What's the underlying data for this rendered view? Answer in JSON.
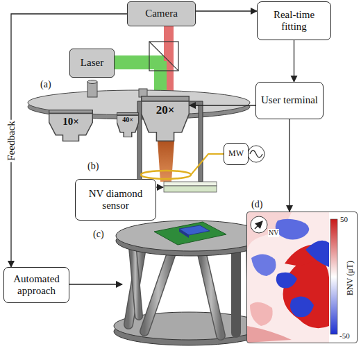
{
  "diagram": {
    "nodes": [
      {
        "text": [
          "Camera"
        ]
      },
      {
        "text": [
          "Real-time fitting"
        ]
      },
      {
        "text": [
          "Laser"
        ]
      },
      {
        "text": [
          "User terminal"
        ]
      },
      {
        "text": [
          "10×"
        ]
      },
      {
        "text": [
          "40×"
        ]
      },
      {
        "text": [
          "20×"
        ]
      },
      {
        "text": [
          "MW"
        ]
      },
      {
        "text": [
          "NV diamond sensor"
        ]
      },
      {
        "text": [
          "Automated approach"
        ]
      },
      {
        "text": [
          "NV",
          "50",
          "-50",
          "BNV (μT)"
        ]
      }
    ],
    "edges": [
      {
        "from": 0,
        "to": 1,
        "arrow": "to"
      },
      {
        "from": 1,
        "to": 3,
        "arrow": "to"
      },
      {
        "from": 3,
        "to": 6,
        "arrow": "to"
      },
      {
        "from": 3,
        "to": 10,
        "arrow": "to"
      },
      {
        "from": 0,
        "to": 9,
        "arrow": "to",
        "label": "Feedback"
      }
    ],
    "labels": [
      "(a)",
      "(b)",
      "(c)",
      "(d)"
    ]
  }
}
